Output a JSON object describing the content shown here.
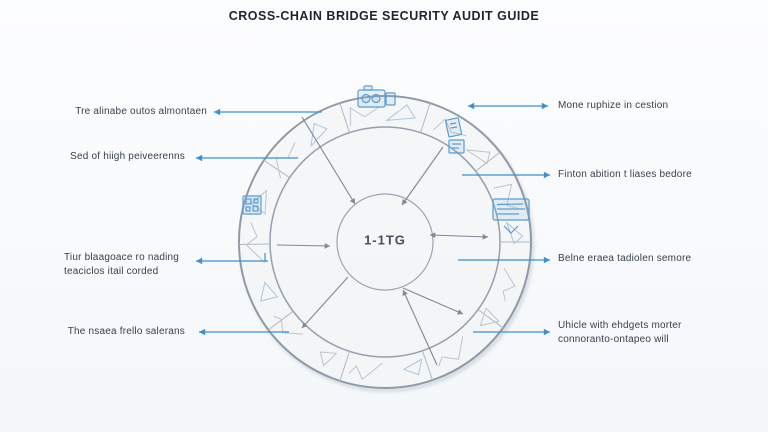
{
  "title": "CROSS-CHAIN BRIDGE SECURITY AUDIT GUIDE",
  "diagram": {
    "center_label": "1-1TG",
    "icons": [
      "projector-icon",
      "documents-icon",
      "laptop-icon",
      "qr-icon"
    ]
  },
  "labels": {
    "left": [
      {
        "line1": "Tre alinabe outos almontaen",
        "line2": ""
      },
      {
        "line1": "Sed of hiigh peiveerenns",
        "line2": ""
      },
      {
        "line1": "Tiur blaagoace ro nading",
        "line2": "teaciclos itail corded"
      },
      {
        "line1": "The nsaea frello salerans",
        "line2": ""
      }
    ],
    "right": [
      {
        "line1": "Mone ruphize in cestion",
        "line2": ""
      },
      {
        "line1": "Finton abition t liases bedore",
        "line2": ""
      },
      {
        "line1": "Belne eraea tadiolen semore",
        "line2": ""
      },
      {
        "line1": "Uhicle with ehdgets morter",
        "line2": "connoranto-ontapeo will"
      }
    ]
  },
  "colors": {
    "accent": "#3e8fd0",
    "ring_stroke": "#8f9aa8",
    "arrow_gray": "#7e8995",
    "deco_gray": "#bcc4cd",
    "deco_blue": "#a9c6e2",
    "title_text": "#1c2430",
    "label_text": "#39414d",
    "icon_blue": "#5b9bd5"
  }
}
